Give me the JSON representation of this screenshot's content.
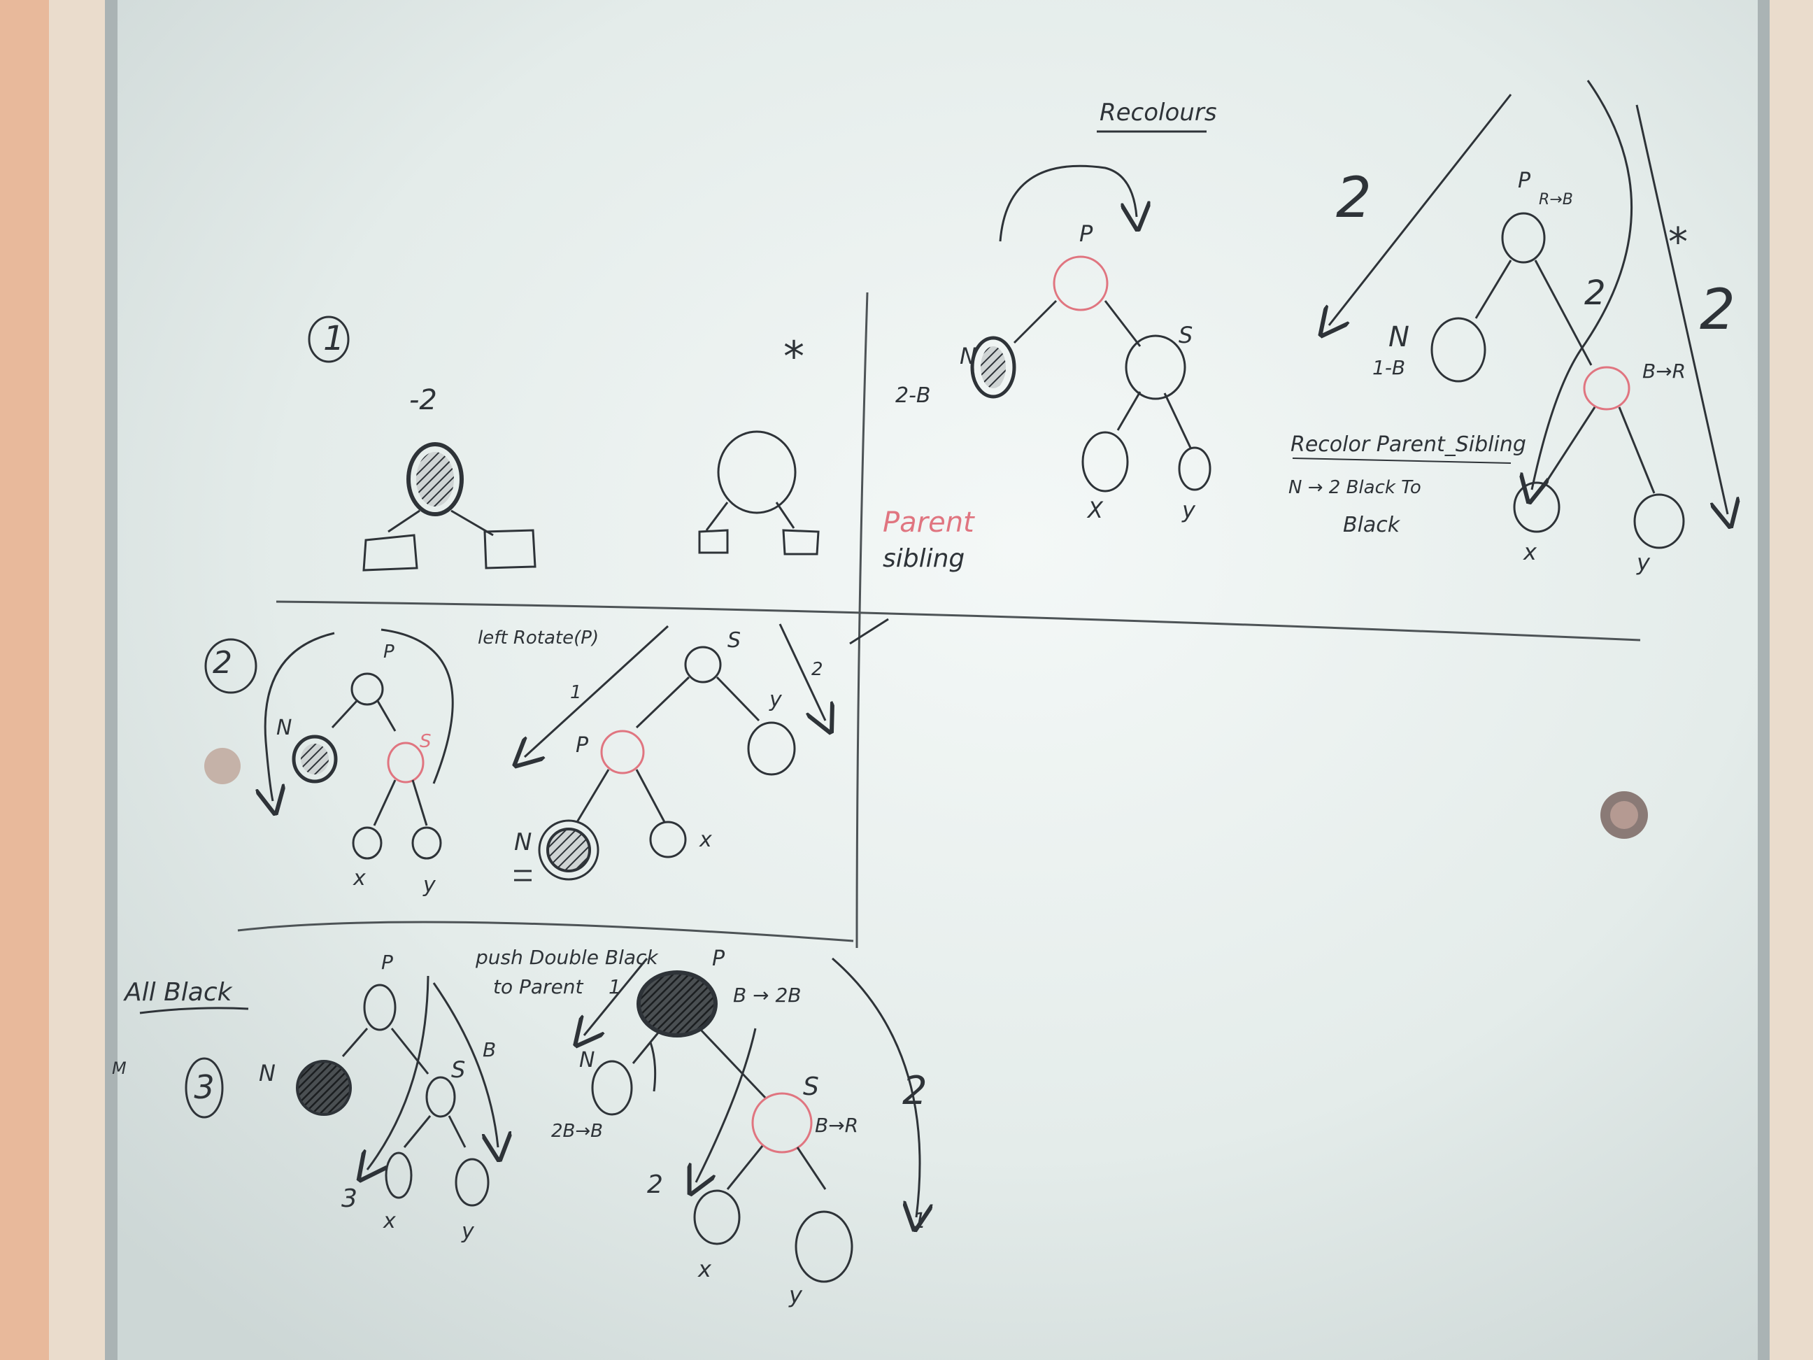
{
  "board": {
    "colors": {
      "ink": "#2e3338",
      "red_marker": "#e07580",
      "board": "#eef4f3",
      "frame": "#a9b3b4",
      "wall": "#eadccc"
    }
  },
  "top_left_case": {
    "number": "1",
    "label_value": "-2",
    "star": "*"
  },
  "top_right_case": {
    "title": "Recolours",
    "node_labels": {
      "parent": "P",
      "nephew": "N",
      "double_black": "2-B",
      "sibling": "S",
      "left_child": "X",
      "right_child": "y"
    },
    "caption_red": "Parent",
    "caption_black": "sibling",
    "arrow_number_left": "2",
    "arrow_number_right": "2",
    "arrow_number_mid": "2",
    "star": "*",
    "result_labels": {
      "parent": "P",
      "parent_change": "R→B",
      "n": "N",
      "n_change": "1-B",
      "sibling_change": "B→R",
      "left_child": "x",
      "right_child": "y"
    },
    "note_line1": "Recolor Parent_Sibling",
    "note_line2": "N → 2 Black To",
    "note_line3": "Black"
  },
  "middle_case": {
    "number": "2",
    "rotate_label": "left Rotate(P)",
    "node_labels": {
      "parent": "P",
      "n": "N",
      "sibling": "S",
      "x": "x",
      "y": "y"
    },
    "result_labels": {
      "top": "S",
      "parent": "P",
      "n": "N",
      "x": "x",
      "y": "y"
    },
    "arrow_numbers": [
      "1",
      "2"
    ]
  },
  "bottom_case": {
    "number": "3",
    "title": "All Black",
    "side_mark": "M",
    "node_labels": {
      "parent": "P",
      "n": "N",
      "sibling": "S",
      "x": "x",
      "y": "y"
    },
    "arrow_numbers": [
      "3",
      "B"
    ],
    "push_line1": "push Double Black",
    "push_line2": "to Parent",
    "push_arrow_number": "1",
    "result_labels": {
      "parent": "P",
      "parent_change": "B → 2B",
      "n": "N",
      "n_change": "2B→B",
      "sibling": "S",
      "sibling_change": "B→R",
      "x": "x",
      "y": "y"
    },
    "arrow_numbers_right": [
      "2",
      "2",
      "1"
    ]
  }
}
